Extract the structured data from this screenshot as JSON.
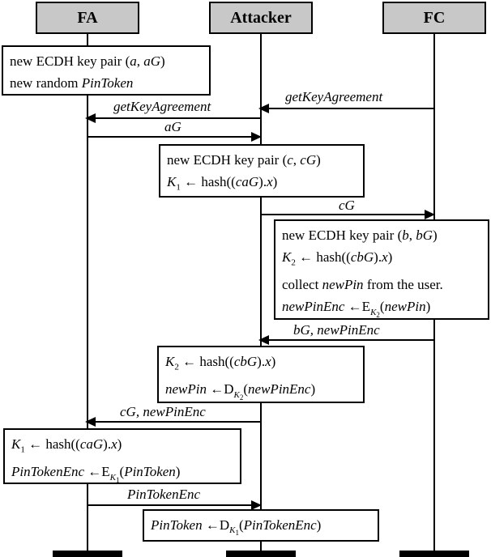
{
  "participants": {
    "fa": "FA",
    "attacker": "Attacker",
    "fc": "FC"
  },
  "boxes": {
    "fa1": [
      "new ECDH key pair (a, aG)",
      "new random PinToken"
    ],
    "att1": [
      "new ECDH key pair (c, cG)",
      "K1 ← hash((caG).x)"
    ],
    "fc1": [
      "new ECDH key pair (b, bG)",
      "K2 ← hash((cbG).x)",
      "collect newPin from the user.",
      "newPinEnc ← EK2(newPin)"
    ],
    "att2": [
      "K2 ← hash((cbG).x)",
      "newPin ← DK2(newPinEnc)"
    ],
    "fa2": [
      "K1 ← hash((caG).x)",
      "PinTokenEnc ← EK1(PinToken)"
    ],
    "att3": [
      "PinToken ← DK1(PinTokenEnc)"
    ]
  },
  "messages": {
    "m1": "getKeyAgreement",
    "m2": "getKeyAgreement",
    "m3": "aG",
    "m4": "cG",
    "m5": "bG, newPinEnc",
    "m6": "cG, newPinEnc",
    "m7": "PinTokenEnc"
  }
}
